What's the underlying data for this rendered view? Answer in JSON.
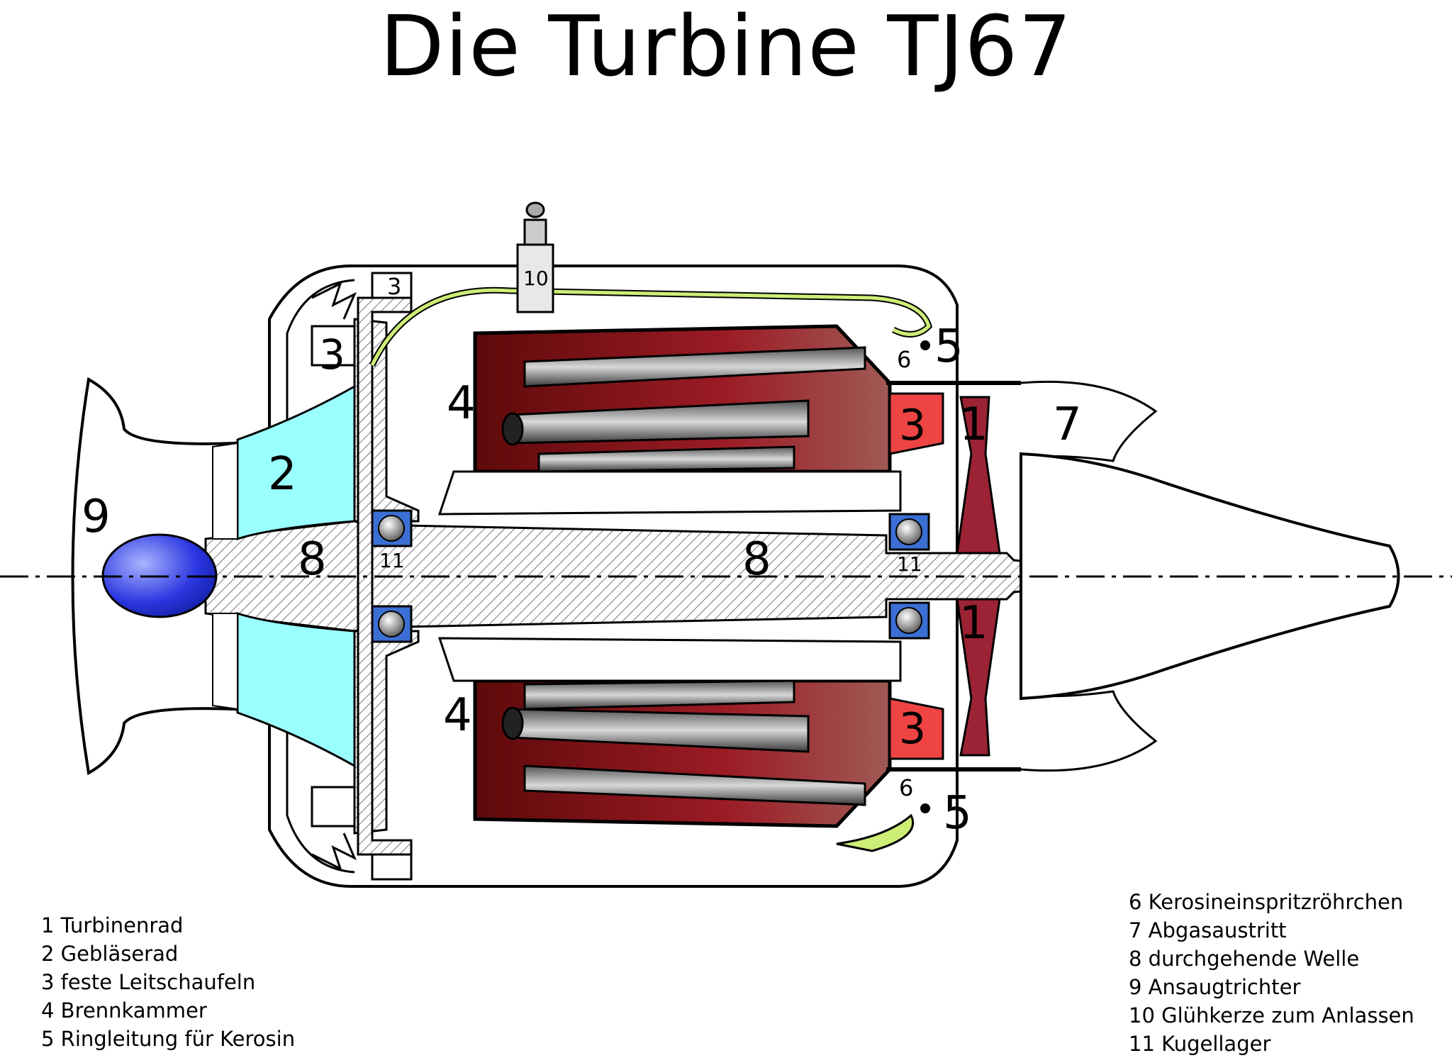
{
  "title": "Die Turbine TJ67",
  "colors": {
    "outline": "#000000",
    "fan": "#99ffff",
    "combustion": "#8b1a1a",
    "combustion_light": "#a0524f",
    "guide_vanes": "#ee4444",
    "turbine_wheel": "#9b2335",
    "fuel_line": "#ccee77",
    "bearing": "#3b6fd4",
    "nose_cone": "#2233dd",
    "shaft_hatch": "#d8d8d8"
  },
  "labels": {
    "n1": "1",
    "n2": "2",
    "n3": "3",
    "n4": "4",
    "n5": "5",
    "n6": "6",
    "n7": "7",
    "n8": "8",
    "n9": "9",
    "n10": "10",
    "n11": "11"
  },
  "legend_left": [
    "1 Turbinenrad",
    "2 Gebläserad",
    "3 feste Leitschaufeln",
    "4 Brennkammer",
    "5 Ringleitung für Kerosin"
  ],
  "legend_right": [
    "6 Kerosineinspritzröhrchen",
    "7 Abgasaustritt",
    "8 durchgehende Welle",
    "9 Ansaugtrichter",
    "10 Glühkerze zum Anlassen",
    "11 Kugellager"
  ]
}
